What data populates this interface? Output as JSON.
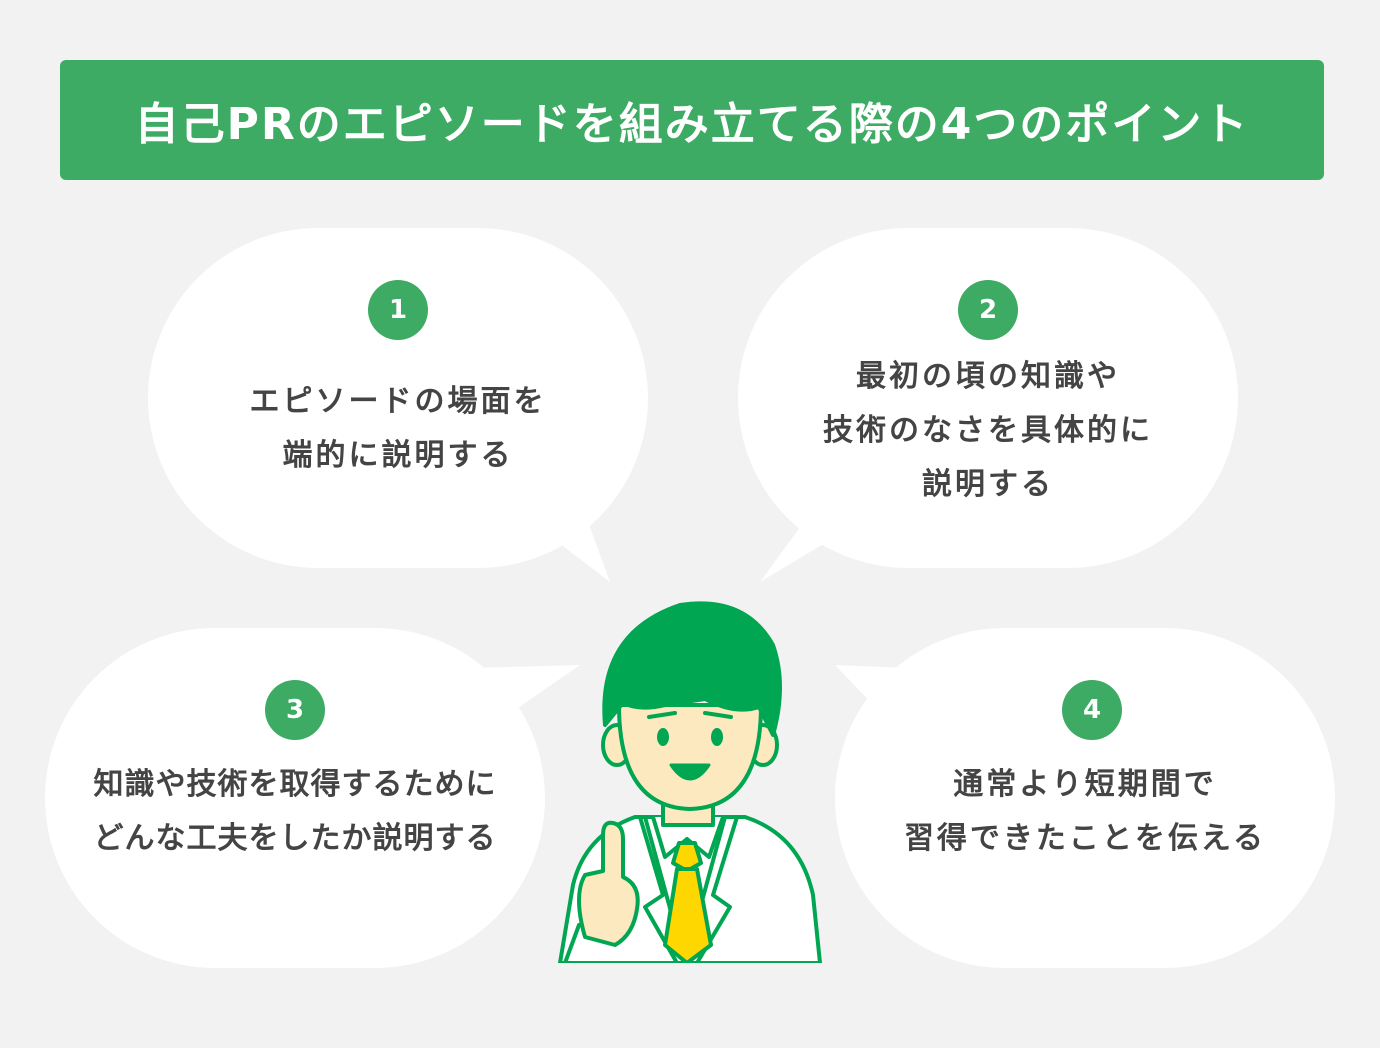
{
  "banner": {
    "title": "自己PRのエピソードを組み立てる際の4つのポイント"
  },
  "points": [
    {
      "number": "1",
      "lines": [
        "エピソードの場面を",
        "端的に説明する"
      ]
    },
    {
      "number": "2",
      "lines": [
        "最初の頃の知識や",
        "技術のなさを具体的に",
        "説明する"
      ]
    },
    {
      "number": "3",
      "lines": [
        "知識や技術を取得するために",
        "どんな工夫をしたか説明する"
      ]
    },
    {
      "number": "4",
      "lines": [
        "通常より短期間で",
        "習得できたことを伝える"
      ]
    }
  ],
  "colors": {
    "background": "#f2f2f2",
    "accent": "#3dab63",
    "bubble": "#ffffff",
    "text": "#444444",
    "hair": "#00a651",
    "skin": "#fde9bf",
    "tie": "#ffd700"
  },
  "illustration": {
    "icon": "businessman-pointing-up-icon"
  }
}
